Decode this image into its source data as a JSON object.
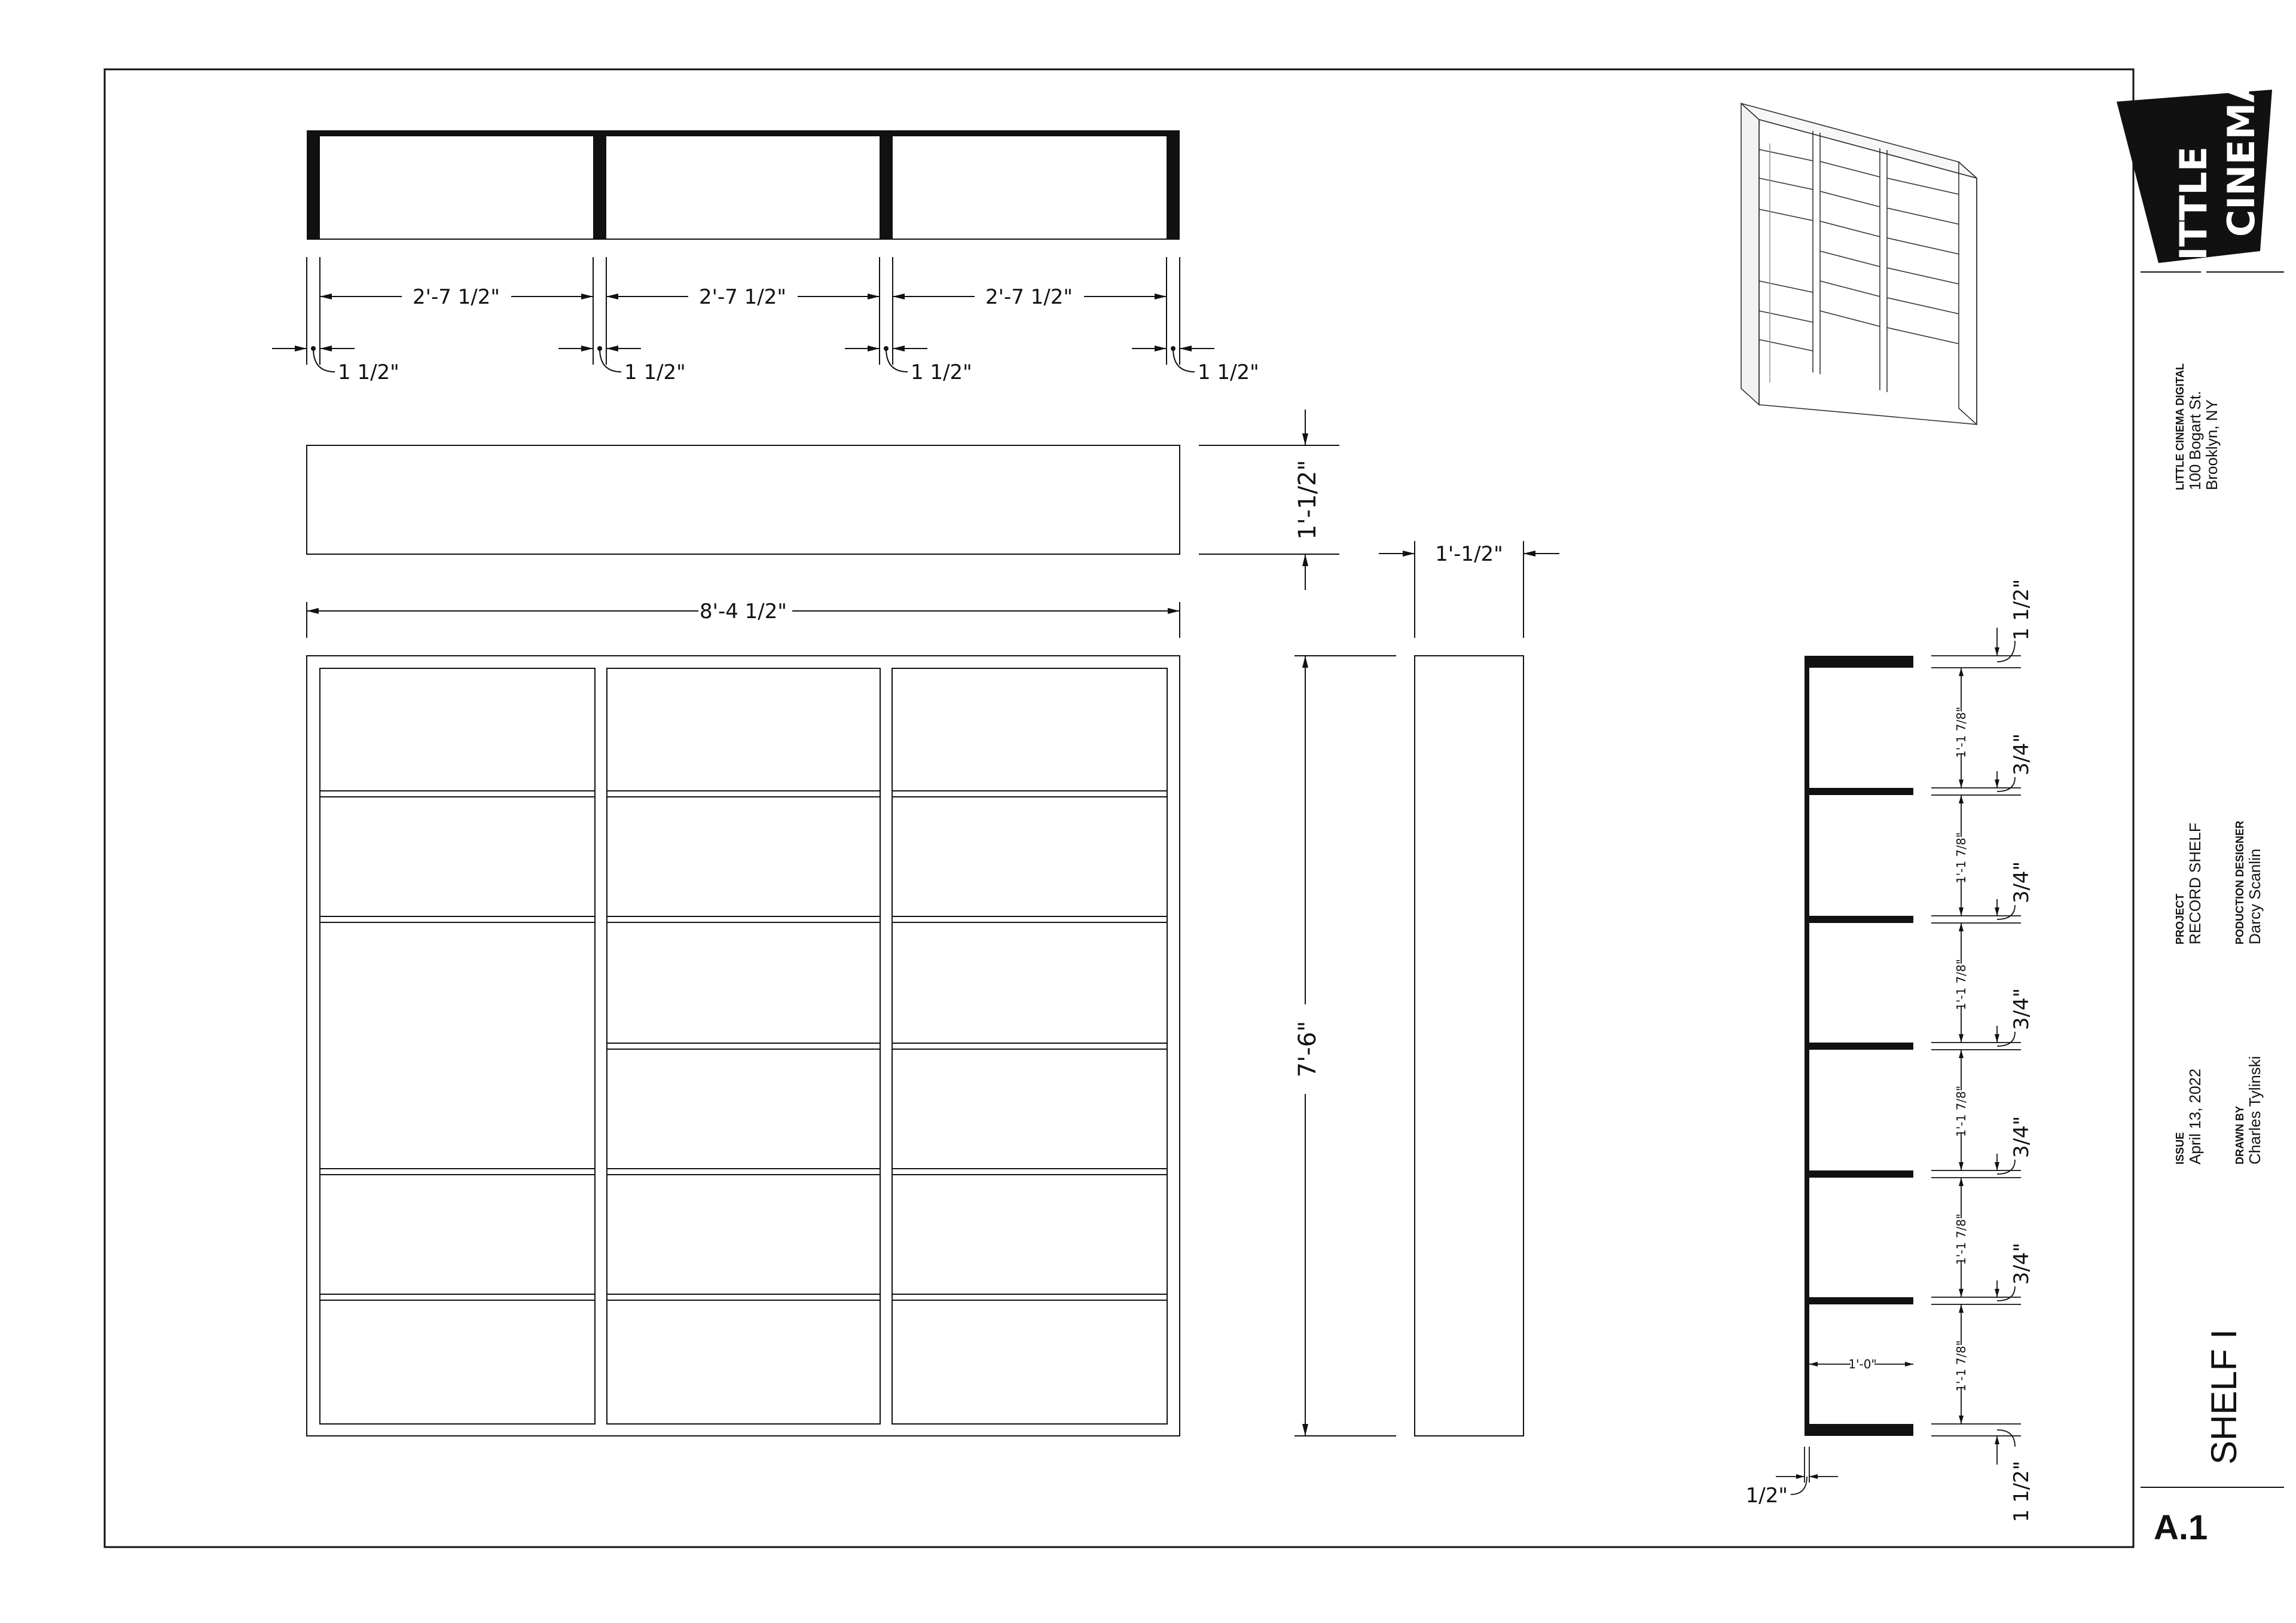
{
  "drawing": {
    "plan_dims": {
      "bay_width": "2'-7 1/2\"",
      "post": "1 1/2\""
    },
    "top_view": {
      "depth": "1'-1/2\""
    },
    "front_view": {
      "overall_width": "8'-4 1/2\"",
      "height": "7'-6\""
    },
    "side_view": {
      "depth": "1'-1/2\""
    },
    "section": {
      "top_thickness": "1 1/2\"",
      "shelf_gap": "1'-1 7/8\"",
      "shelf_thickness": "3/4\"",
      "bottom_thickness": "1 1/2\"",
      "inner_depth": "1'-0\"",
      "back_thickness": "1/2\""
    }
  },
  "title_block": {
    "logo": {
      "line1": "LITTLE",
      "line2": "CINEMA"
    },
    "company": {
      "name": "LITTLE CINEMA DIGITAL",
      "street": "100 Bogart St.",
      "city": "Brooklyn, NY"
    },
    "project_label": "PROJECT",
    "project_value": "RECORD SHELF",
    "designer_label": "PODUCTION DESIGNER",
    "designer_value": "Darcy Scanlin",
    "issue_label": "ISSUE",
    "issue_value": "April 13, 2022",
    "drawn_label": "DRAWN BY",
    "drawn_value": "Charles Tylinski",
    "sheet_title": "SHELF I",
    "sheet_number": "A.1"
  },
  "colors": {
    "line": "#111111",
    "paper": "#ffffff"
  }
}
